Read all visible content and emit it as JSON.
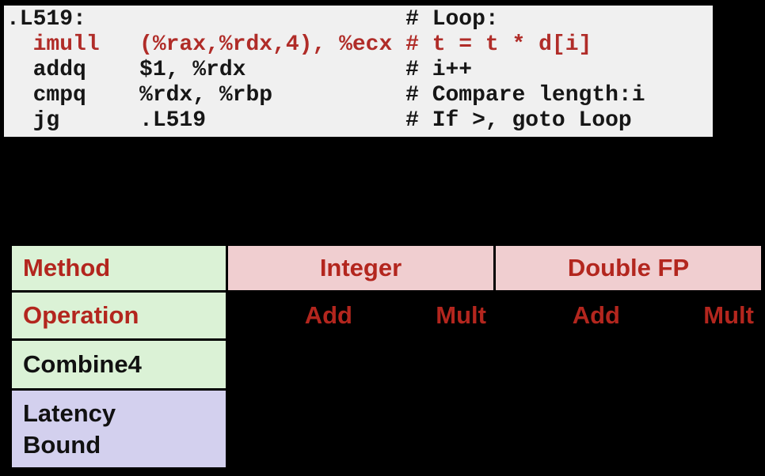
{
  "slide": {
    "background_color": "#000000"
  },
  "code_block": {
    "background_color": "#f0f0f0",
    "text_color": "#161616",
    "highlight_color": "#b02c28",
    "lines": [
      {
        "text": ".L519:                        # Loop:",
        "highlighted": false
      },
      {
        "text": "  imull   (%rax,%rdx,4), %ecx # t = t * d[i]",
        "highlighted": true
      },
      {
        "text": "  addq    $1, %rdx            # i++",
        "highlighted": false
      },
      {
        "text": "  cmpq    %rdx, %rbp          # Compare length:i",
        "highlighted": false
      },
      {
        "text": "  jg      .L519               # If >, goto Loop",
        "highlighted": false
      }
    ]
  },
  "table": {
    "accent_text_color": "#b3261e",
    "green_bg": "#dbf2d6",
    "pink_bg": "#f0ced0",
    "lavender_bg": "#d3d0ee",
    "header": {
      "method": "Method",
      "integer": "Integer",
      "double_fp": "Double FP"
    },
    "operation": {
      "label": "Operation",
      "columns": [
        "Add",
        "Mult",
        "Add",
        "Mult"
      ]
    },
    "rows": [
      {
        "label": "Combine4"
      },
      {
        "label": "Latency\nBound"
      }
    ]
  }
}
